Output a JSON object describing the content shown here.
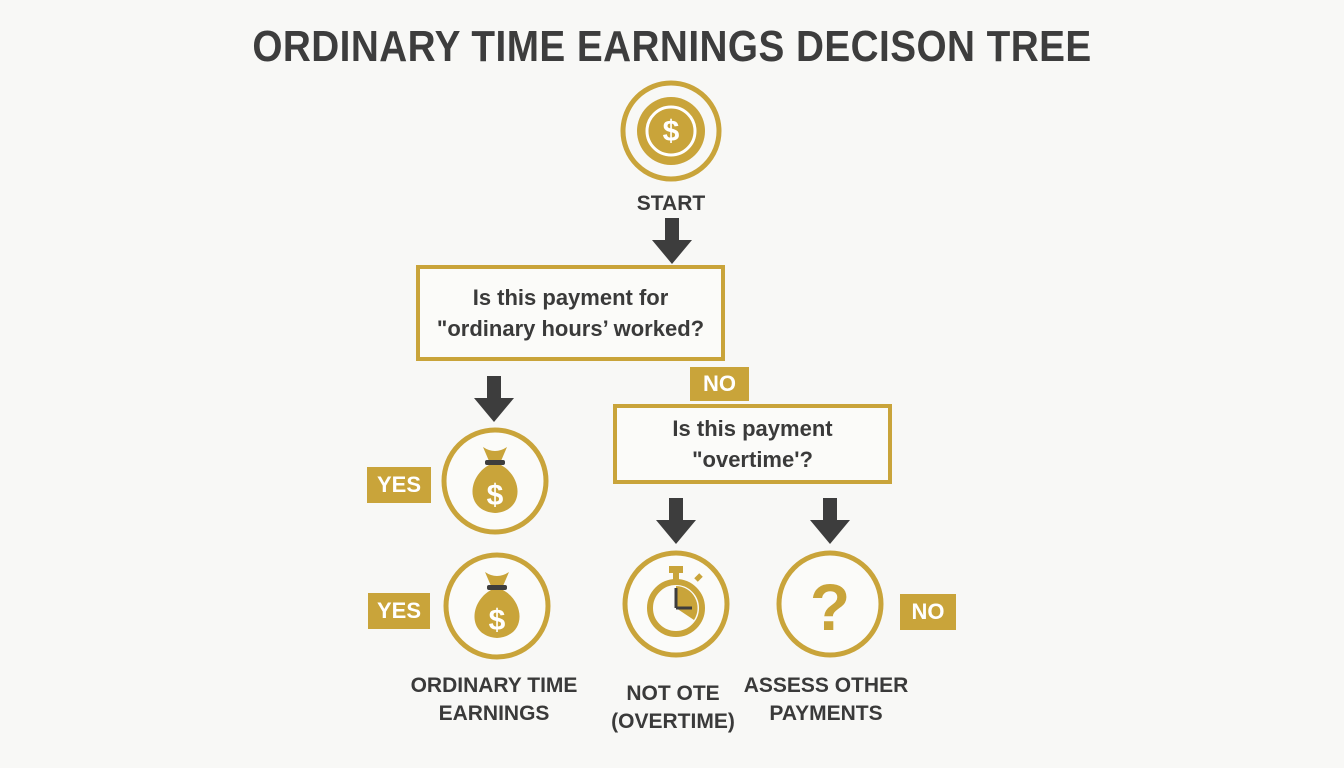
{
  "title": "ORDINARY TIME EARNINGS DECISON TREE",
  "start": {
    "label": "START",
    "icon": "dollar-coin-icon"
  },
  "question1": {
    "text": "Is this payment for\n\"ordinary hours’ worked?"
  },
  "question2": {
    "text": "Is this payment\n\"overtime'?"
  },
  "tags": {
    "no_top": "NO",
    "yes_1": "YES",
    "yes_2": "YES",
    "no_right": "NO"
  },
  "outcomes": {
    "ote": {
      "label": "ORDINARY TIME\nEARNINGS",
      "icon": "money-bag-icon"
    },
    "not_ote": {
      "label": "NOT OTE\n(OVERTIME)",
      "icon": "stopwatch-icon"
    },
    "other": {
      "label": "ASSESS OTHER\nPAYMENTS",
      "icon": "question-mark-icon"
    }
  },
  "intermediate": {
    "icon": "money-bag-icon"
  },
  "colors": {
    "gold": "#c9a43a",
    "dark": "#3d3d3d",
    "background": "#f8f8f6"
  }
}
